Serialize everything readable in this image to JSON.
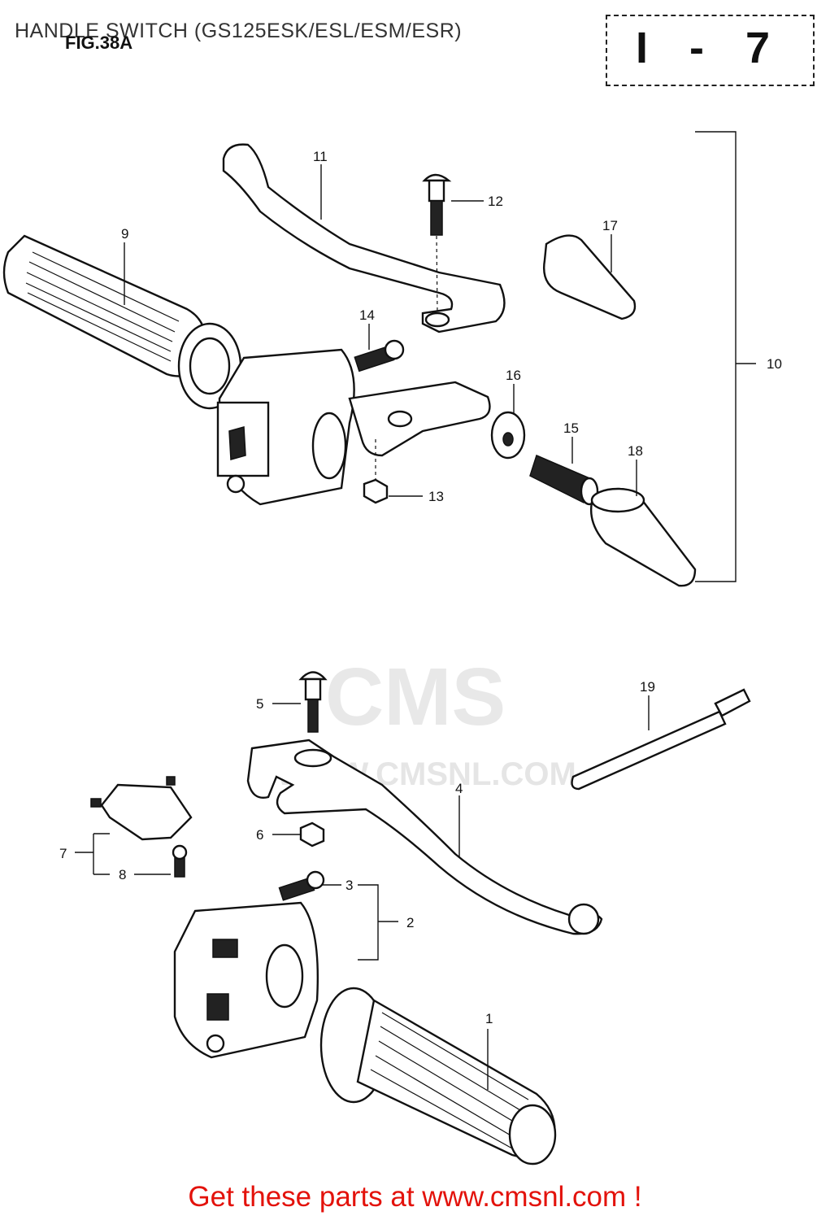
{
  "header": {
    "title": "HANDLE SWITCH (GS125ESK/ESL/ESM/ESR)",
    "figure_label": "FIG.38A",
    "page_id": "I - 7"
  },
  "callouts": [
    "1",
    "2",
    "3",
    "4",
    "5",
    "6",
    "7",
    "8",
    "9",
    "10",
    "11",
    "12",
    "13",
    "14",
    "15",
    "16",
    "17",
    "18",
    "19"
  ],
  "watermark": {
    "brand": "CMS",
    "url": "WWW.CMSNL.COM"
  },
  "footer": {
    "text": "Get these parts at www.cmsnl.com !",
    "color": "#e3120b"
  }
}
